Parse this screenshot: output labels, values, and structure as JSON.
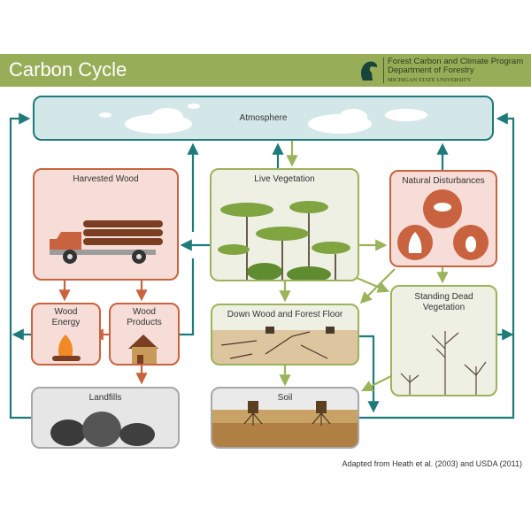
{
  "header": {
    "title": "Carbon Cycle",
    "org_line1": "Forest Carbon and Climate Program",
    "org_line2": "Department of Forestry",
    "org_line3": "MICHIGAN STATE UNIVERSITY"
  },
  "nodes": {
    "atmosphere": "Atmosphere",
    "harvested_wood": "Harvested Wood",
    "live_vegetation": "Live Vegetation",
    "natural_disturbances": "Natural Disturbances",
    "standing_dead": "Standing Dead Vegetation",
    "wood_energy": "Wood Energy",
    "wood_products": "Wood Products",
    "down_wood": "Down Wood and Forest Floor",
    "landfills": "Landfills",
    "soil": "Soil"
  },
  "caption": "Adapted from Heath et al. (2003) and USDA (2011)",
  "colors": {
    "header": "#98ad58",
    "teal": "#1f7a7a",
    "green": "#9bb35a",
    "red": "#c9633f"
  }
}
